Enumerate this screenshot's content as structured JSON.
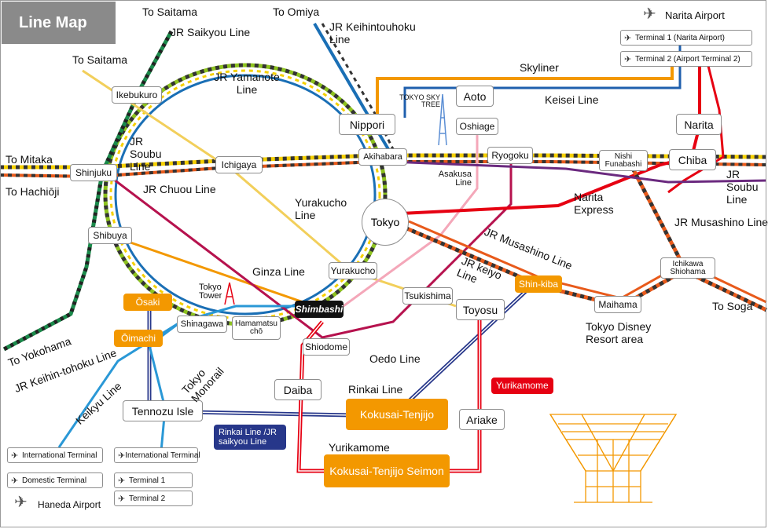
{
  "title": "Line Map",
  "stations": {
    "ikebukuro": "Ikebukuro",
    "shinjuku": "Shinjuku",
    "ichigaya": "Ichigaya",
    "shibuya": "Shibuya",
    "nippori": "Nippori",
    "akihabara": "Akihabara",
    "aoto": "Aoto",
    "oshiage": "Oshiage",
    "ryogoku": "Ryogoku",
    "tokyo": "Tokyo",
    "yurakucho": "Yurakucho",
    "shimbashi": "Shimbashi",
    "osaki": "Ōsaki",
    "oimachi": "Ōimachi",
    "shinagawa": "Shinagawa",
    "hamamatsucho": "Hamamatsu chō",
    "shiodome": "Shiodome",
    "tsukishima": "Tsukishima",
    "toyosu": "Toyosu",
    "shinkiba": "Shin-kiba",
    "maihama": "Maihama",
    "ichikawa_shiohama": "Ichikawa Shiohama",
    "nishi_funabashi": "Nishi Funabashi",
    "chiba": "Chiba",
    "narita": "Narita",
    "daiba": "Daiba",
    "kokusai_tenjijo": "Kokusai-Tenjijo",
    "ariake": "Ariake",
    "tennozu_isle": "Tennozu Isle",
    "kokusai_tenjijo_seimon": "Kokusai-Tenjijo Seimon"
  },
  "labels": {
    "to_saitama_top": "To Saitama",
    "to_saitama_left": "To Saitama",
    "to_omiya": "To Omiya",
    "jr_saikyou_line": "JR Saikyou Line",
    "jr_keihintouhoku_line": "JR Keihintouhoku Line",
    "jr_yamanote_line": "JR Yamanote Line",
    "jr_soubu_line_left": "JR Soubu Line",
    "to_mitaka": "To Mitaka",
    "to_hachioji": "To Hachiōji",
    "jr_chuou_line": "JR Chuou Line",
    "yurakucho_line": "Yurakucho Line",
    "ginza_line": "Ginza Line",
    "tokyo_tower": "Tokyo Tower",
    "tokyo_sky_tree": "TOKYO SKY TREE",
    "skyliner": "Skyliner",
    "keisei_line": "Keisei Line",
    "asakusa_line": "Asakusa Line",
    "narita_express": "Narita Express",
    "jr_soubu_line_right": "JR Soubu Line",
    "jr_musashino_line_mid": "JR Musashino Line",
    "jr_musashino_line_right": "JR Musashino Line",
    "jr_keiyo_line": "JR keiyo Line",
    "to_soga": "To Soga",
    "tokyo_disney_resort": "Tokyo Disney Resort area",
    "oedo_line": "Oedo Line",
    "rinkai_line": "Rinkai Line",
    "yurikamome_label": "Yurikamome",
    "to_yokohama": "To Yokohama",
    "jr_keihin_tohoku_line": "JR Keihin-tohoku Line",
    "keikyu_line": "Keikyu Line",
    "tokyo_monorail": "Tokyo Monorail",
    "narita_airport": "Narita Airport",
    "haneda_airport": "Haneda Airport"
  },
  "badges": {
    "yurikamome": "Yurikamome",
    "rinkai_saikyou": "Rinkai Line /JR saikyou Line"
  },
  "terminals": {
    "narita_t1": "Terminal 1 (Narita Airport)",
    "narita_t2": "Terminal 2 (Airport Terminal 2)",
    "keikyu_intl": "International Terminal",
    "keikyu_dom": "Domestic Terminal",
    "monorail_intl": "International Terminal",
    "monorail_t1": "Terminal 1",
    "monorail_t2": "Terminal 2"
  },
  "colors": {
    "yamanote": "#8dc21f",
    "chuou": "#e85a1b",
    "soubu": "#f5d000",
    "keihintohoku": "#1a6fb5",
    "saikyou": "#1b8a4b",
    "yurakucho": "#f2cf5b",
    "ginza": "#f39800",
    "oedo": "#b6124e",
    "asakusa": "#f4a7b9",
    "keisei": "#1f5fad",
    "skyliner": "#f39800",
    "narita_express": "#e60012",
    "yurikamome": "#e60012",
    "rinkai": "#27378a",
    "monorail": "#2a98d6",
    "keikyu": "#2a98d6",
    "station_orange": "#f39800"
  }
}
